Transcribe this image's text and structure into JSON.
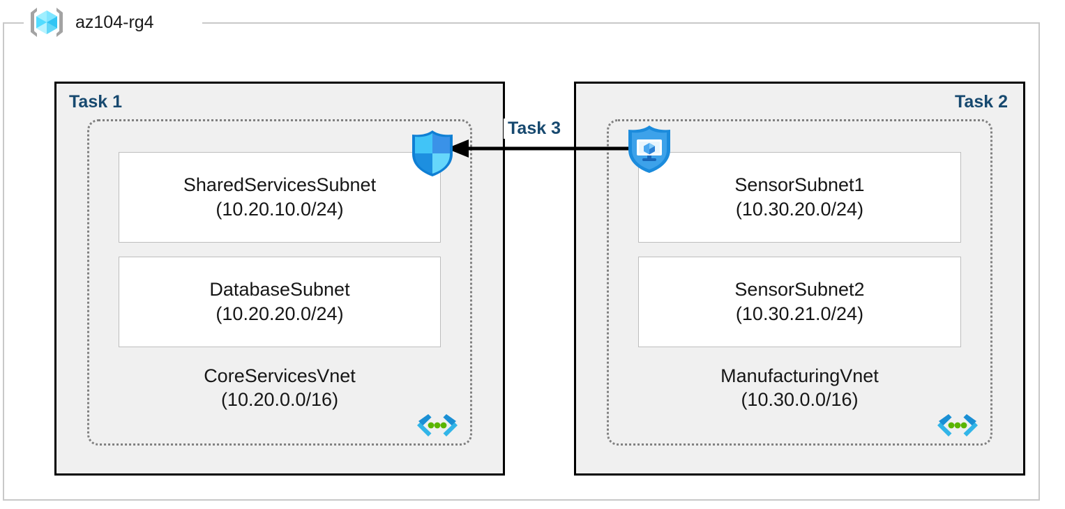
{
  "resource_group": {
    "name": "az104-rg4",
    "icon": "resource-group-cube-icon"
  },
  "tasks": [
    {
      "id": "task1",
      "label": "Task 1",
      "label_align": "left",
      "vnet": {
        "name": "CoreServicesVnet",
        "cidr": "(10.20.0.0/16)",
        "icon": "virtual-network-icon",
        "subnets": [
          {
            "name": "SharedServicesSubnet",
            "cidr": "(10.20.10.0/24)"
          },
          {
            "name": "DatabaseSubnet",
            "cidr": "(10.20.20.0/24)"
          }
        ]
      }
    },
    {
      "id": "task2",
      "label": "Task 2",
      "label_align": "right",
      "vnet": {
        "name": "ManufacturingVnet",
        "cidr": "(10.30.0.0/16)",
        "icon": "virtual-network-icon",
        "subnets": [
          {
            "name": "SensorSubnet1",
            "cidr": "(10.30.20.0/24)"
          },
          {
            "name": "SensorSubnet2",
            "cidr": "(10.30.21.0/24)"
          }
        ]
      }
    }
  ],
  "connector": {
    "label": "Task 3",
    "direction": "right-to-left",
    "arrow_color": "#000000",
    "source_icon": "network-watcher-shield-monitor-icon",
    "target_icon": "network-security-group-shield-icon"
  },
  "colors": {
    "task_label": "#17496f",
    "panel_fill": "#f0f0f0",
    "panel_border": "#000000",
    "vnet_border": "#808080",
    "subnet_fill": "#ffffff",
    "subnet_border": "#bdbdbd",
    "frame_border": "#c8c8c8",
    "azure_blue": "#0078d4",
    "azure_cyan": "#50e6ff",
    "vnet_dot_green": "#5ab500"
  }
}
